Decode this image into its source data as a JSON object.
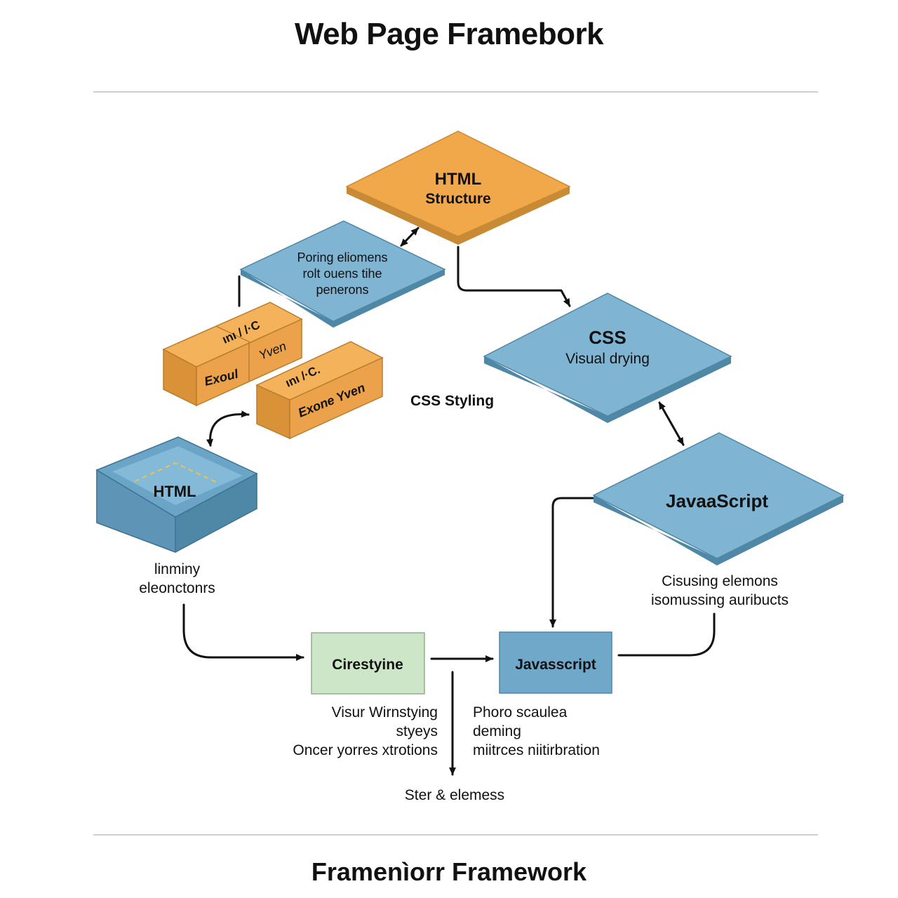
{
  "title": "Web Page Framebork",
  "footer_title": "Framenìorr Framework",
  "colors": {
    "orange": "#f0a84a",
    "blue": "#7fb4d2",
    "green": "#cde6c8",
    "dark_blue": "#5b97b8",
    "line": "#111111"
  },
  "nodes": {
    "html_structure": {
      "line1": "HTML",
      "line2": "Structure"
    },
    "poring": {
      "line1": "Poring eliomens",
      "line2": "rolt ouens tihe",
      "line3": "penerons"
    },
    "cube_a": {
      "top": "ını / /·C",
      "front": "Exoul",
      "side": "Yven"
    },
    "cube_b": {
      "top": "ını /·C.",
      "front": "Exone Yven"
    },
    "css_styling_label": "CSS Styling",
    "css": {
      "line1": "CSS",
      "line2": "Visual drying"
    },
    "javascript_diamond": {
      "line1": "JavaaScript"
    },
    "html_box": {
      "label": "HTML"
    },
    "linminy": {
      "line1": "linminy",
      "line2": "eleonctonrs"
    },
    "cisusing": {
      "line1": "Cisusing elemons",
      "line2": "isomussing auribucts"
    },
    "cirestyine": {
      "label": "Cirestyine"
    },
    "javascript_box": {
      "label": "Javasscript"
    },
    "visur": {
      "line1": "Visur Wirnstying",
      "line2": "styeys",
      "line3": "Oncer yorres xtrotions"
    },
    "phoro": {
      "line1": "Phoro scaulea",
      "line2": "deming",
      "line3": "miitrces niitirbration"
    },
    "ster": {
      "label": "Ster & elemess"
    }
  }
}
